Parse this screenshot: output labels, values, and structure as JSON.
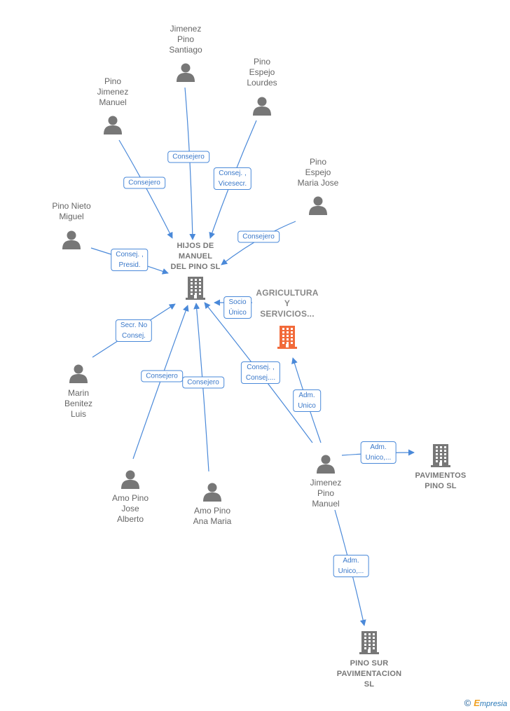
{
  "diagram": {
    "people": [
      {
        "id": "p_jps",
        "lines": [
          "Jimenez",
          "Pino",
          "Santiago"
        ]
      },
      {
        "id": "p_pel",
        "lines": [
          "Pino",
          "Espejo",
          "Lourdes"
        ]
      },
      {
        "id": "p_pjm",
        "lines": [
          "Pino",
          "Jimenez",
          "Manuel"
        ]
      },
      {
        "id": "p_pemj",
        "lines": [
          "Pino",
          "Espejo",
          "Maria Jose"
        ]
      },
      {
        "id": "p_pnm",
        "lines": [
          "Pino Nieto",
          "Miguel"
        ]
      },
      {
        "id": "p_mbl",
        "lines": [
          "Marin",
          "Benitez",
          "Luis"
        ]
      },
      {
        "id": "p_apja",
        "lines": [
          "Amo Pino",
          "Jose",
          "Alberto"
        ]
      },
      {
        "id": "p_apam",
        "lines": [
          "Amo Pino",
          "Ana Maria"
        ]
      },
      {
        "id": "p_jpm",
        "lines": [
          "Jimenez",
          "Pino",
          "Manuel"
        ]
      }
    ],
    "companies": [
      {
        "id": "c_hijos",
        "lines": [
          "HIJOS DE",
          "MANUEL",
          "DEL PINO  SL"
        ],
        "focus": false,
        "color": "#777777"
      },
      {
        "id": "c_agri",
        "lines": [
          "AGRICULTURA",
          "Y",
          "SERVICIOS..."
        ],
        "focus": true,
        "color": "#f26a3a"
      },
      {
        "id": "c_pav",
        "lines": [
          "PAVIMENTOS",
          "PINO  SL"
        ],
        "focus": false,
        "color": "#777777"
      },
      {
        "id": "c_sur",
        "lines": [
          "PINO SUR",
          "PAVIMENTACION",
          "SL"
        ],
        "focus": false,
        "color": "#777777"
      }
    ],
    "edges": [
      {
        "id": "e1",
        "from": "p_jps",
        "to": "c_hijos",
        "label": [
          "Consejero"
        ]
      },
      {
        "id": "e2",
        "from": "p_pel",
        "to": "c_hijos",
        "label": [
          "Consej. ,",
          "Vicesecr."
        ]
      },
      {
        "id": "e3",
        "from": "p_pjm",
        "to": "c_hijos",
        "label": [
          "Consejero"
        ]
      },
      {
        "id": "e4",
        "from": "p_pemj",
        "to": "c_hijos",
        "label": [
          "Consejero"
        ]
      },
      {
        "id": "e5",
        "from": "p_pnm",
        "to": "c_hijos",
        "label": [
          "Consej. ,",
          "Presid."
        ]
      },
      {
        "id": "e6",
        "from": "p_mbl",
        "to": "c_hijos",
        "label": [
          "Secr.  No",
          "Consej."
        ]
      },
      {
        "id": "e7",
        "from": "p_apja",
        "to": "c_hijos",
        "label": [
          "Consejero"
        ]
      },
      {
        "id": "e8",
        "from": "p_apam",
        "to": "c_hijos",
        "label": [
          "Consejero"
        ]
      },
      {
        "id": "e9",
        "from": "p_jpm",
        "to": "c_hijos",
        "label": [
          "Consej. ,",
          "Consej...."
        ]
      },
      {
        "id": "e10",
        "from": "c_agri",
        "to": "c_hijos",
        "label": [
          "Socio",
          "Único"
        ]
      },
      {
        "id": "e11",
        "from": "p_jpm",
        "to": "c_agri",
        "label": [
          "Adm.",
          "Unico"
        ]
      },
      {
        "id": "e12",
        "from": "p_jpm",
        "to": "c_pav",
        "label": [
          "Adm.",
          "Unico,..."
        ]
      },
      {
        "id": "e13",
        "from": "p_jpm",
        "to": "c_sur",
        "label": [
          "Adm.",
          "Unico,..."
        ]
      }
    ]
  },
  "watermark": {
    "copyright": "©",
    "brand_initial": "E",
    "brand_rest": "mpresia"
  },
  "colors": {
    "edge": "#4a89d9",
    "person_icon": "#777777",
    "company_icon": "#777777",
    "focus_icon": "#f26a3a"
  }
}
